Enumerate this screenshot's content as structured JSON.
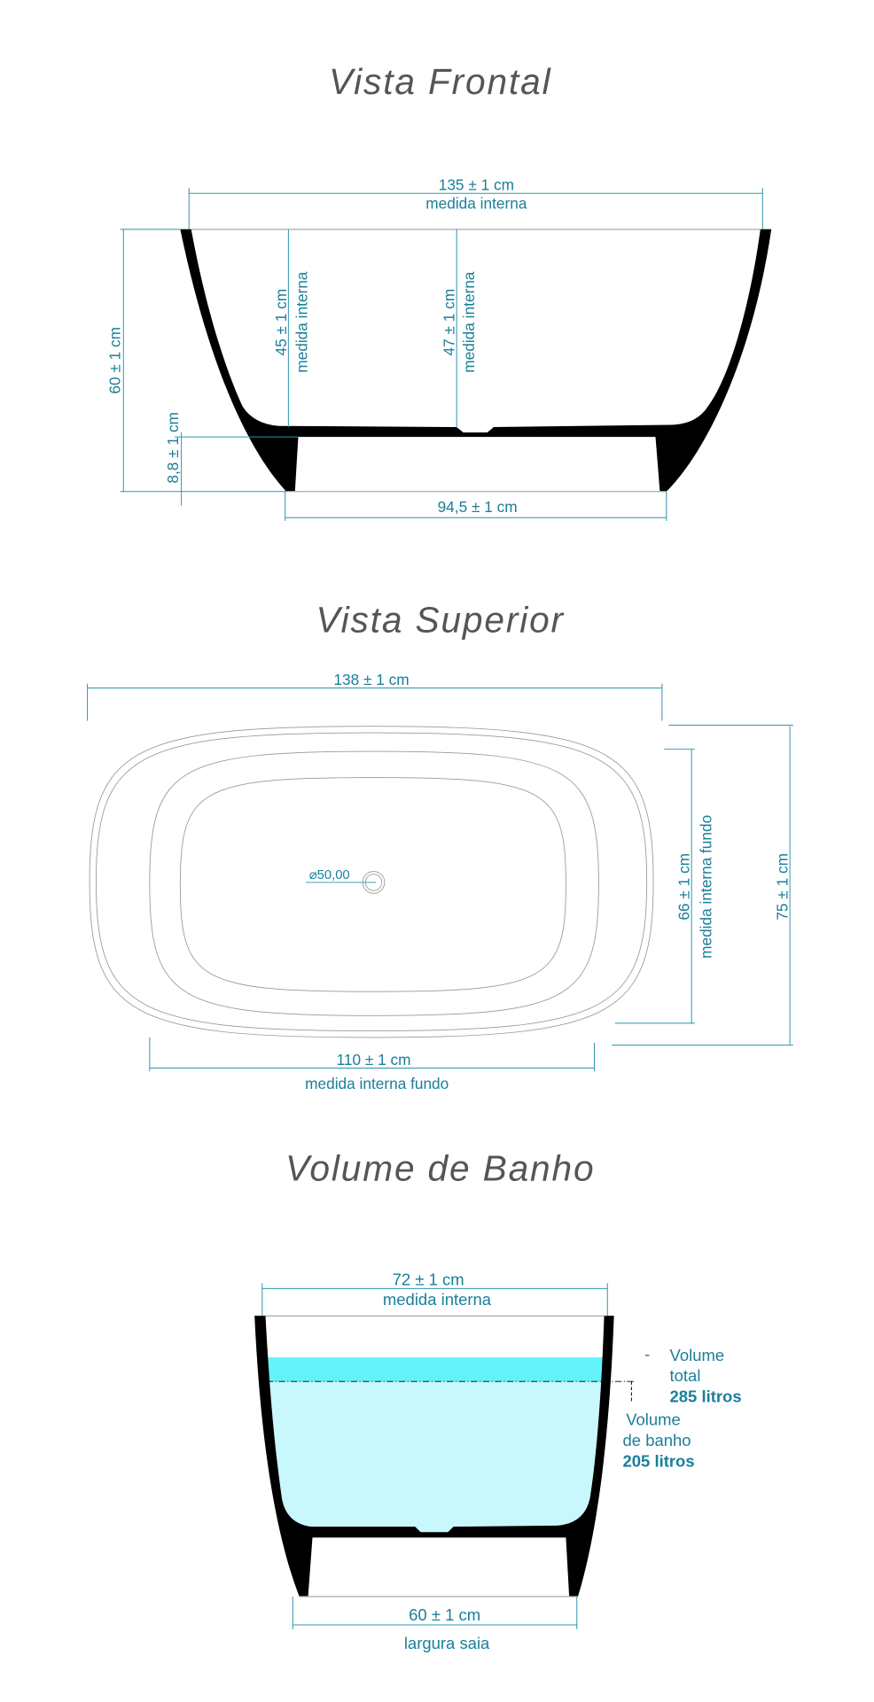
{
  "colors": {
    "dimension": "#1a7f99",
    "tub": "#000000",
    "water_light": "#c8f8fc",
    "water_top": "#63f3f8",
    "title": "#555555"
  },
  "front_view": {
    "title": "Vista Frontal",
    "width_internal": "135 ± 1 cm",
    "width_internal_label": "medida interna",
    "height_total": "60 ± 1 cm",
    "depth_side": "45 ± 1 cm",
    "depth_side_label": "medida interna",
    "depth_center": "47 ± 1 cm",
    "depth_center_label": "medida interna",
    "skirt_height": "8,8 ± 1 cm",
    "base_width": "94,5 ± 1 cm"
  },
  "top_view": {
    "title": "Vista Superior",
    "length_total": "138 ± 1 cm",
    "drain_diameter": "⌀50,00",
    "width_bottom": "66 ± 1 cm",
    "width_bottom_label": "medida interna fundo",
    "width_total": "75 ± 1 cm",
    "length_bottom": "110 ± 1 cm",
    "length_bottom_label": "medida interna fundo"
  },
  "volume_view": {
    "title": "Volume de Banho",
    "width_internal": "72 ± 1 cm",
    "width_internal_label": "medida interna",
    "total_dash": "-",
    "total_line1": "Volume",
    "total_line2": "total",
    "total_value": "285 litros",
    "bath_line1": "Volume",
    "bath_line2": "de banho",
    "bath_value": "205 litros",
    "skirt_width": "60 ± 1 cm",
    "skirt_width_label": "largura saia"
  }
}
